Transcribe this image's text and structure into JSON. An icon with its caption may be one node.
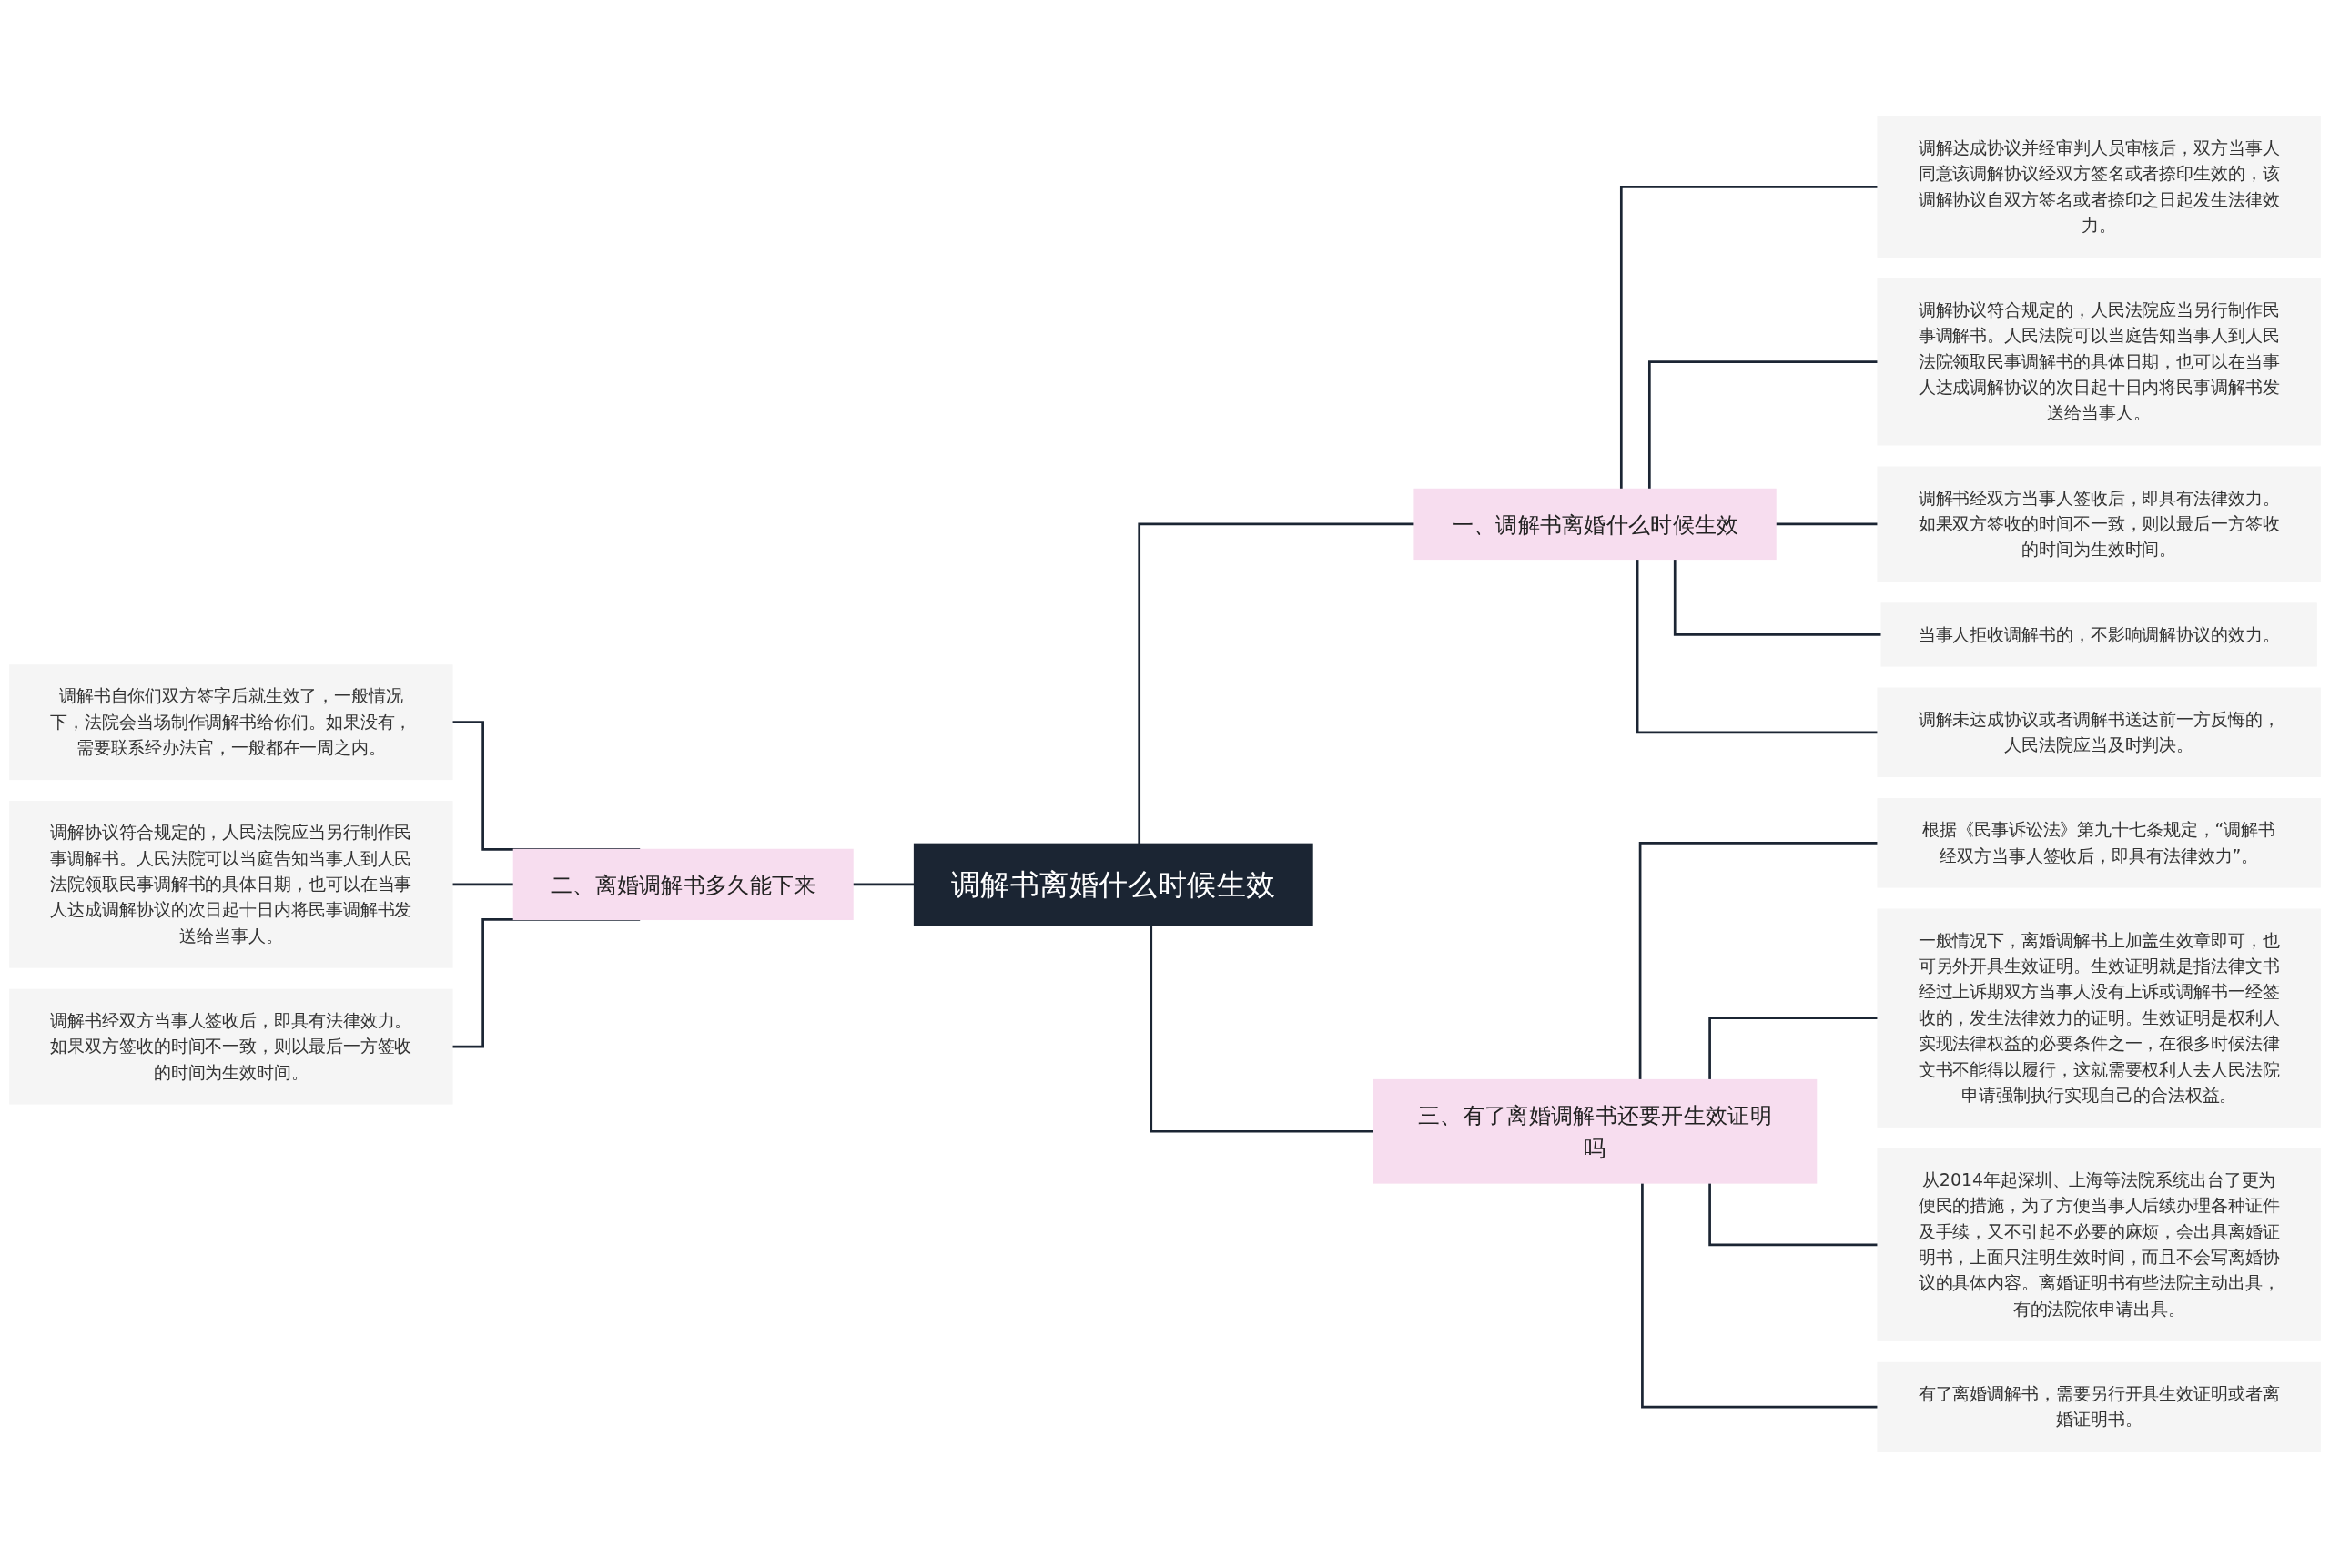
{
  "diagram": {
    "nodes": [
      {
        "text": [
          "调解书离婚什么时候生效"
        ]
      },
      {
        "text": [
          "一、调解书离婚什么时候生效"
        ]
      },
      {
        "text": [
          "调解达成协议并经审判人员审核后，双方当事人同意该调解协议经双方签名或者捺印生效的，该调解协议自双方签名或者捺印之日起发生法律效力。"
        ]
      },
      {
        "text": [
          "调解协议符合规定的，人民法院应当另行制作民事调解书。人民法院可以当庭告知当事人到人民法院领取民事调解书的具体日期，也可以在当事人达成调解协议的次日起十日内将民事调解书发送给当事人。"
        ]
      },
      {
        "text": [
          "调解书经双方当事人签收后，即具有法律效力。如果双方签收的时间不一致，则以最后一方签收的时间为生效时间。"
        ]
      },
      {
        "text": [
          "当事人拒收调解书的，不影响调解协议的效力。"
        ]
      },
      {
        "text": [
          "调解未达成协议或者调解书送达前一方反悔的，人民法院应当及时判决。"
        ]
      },
      {
        "text": [
          "二、离婚调解书多久能下来"
        ]
      },
      {
        "text": [
          "调解书自你们双方签字后就生效了，一般情况下，法院会当场制作调解书给你们。如果没有，需要联系经办法官，一般都在一周之内。"
        ]
      },
      {
        "text": [
          "调解协议符合规定的，人民法院应当另行制作民事调解书。人民法院可以当庭告知当事人到人民法院领取民事调解书的具体日期，也可以在当事人达成调解协议的次日起十日内将民事调解书发送给当事人。"
        ]
      },
      {
        "text": [
          "调解书经双方当事人签收后，即具有法律效力。如果双方签收的时间不一致，则以最后一方签收的时间为生效时间。"
        ]
      },
      {
        "text": [
          "三、有了离婚调解书还要开生效证明吗"
        ]
      },
      {
        "text": [
          "根据《民事诉讼法》第九十七条规定，“调解书经双方当事人签收后，即具有法律效力”。"
        ]
      },
      {
        "text": [
          "一般情况下，离婚调解书上加盖生效章即可，也可另外开具生效证明。生效证明就是指法律文书经过上诉期双方当事人没有上诉或调解书一经签收的，发生法律效力的证明。生效证明是权利人实现法律权益的必要条件之一，在很多时候法律文书不能得以履行，这就需要权利人去人民法院申请强制执行实现自己的合法权益。"
        ]
      },
      {
        "text": [
          "从2014年起深圳、上海等法院系统出台了更为便民的措施，为了方便当事人后续办理各种证件及手续，又不引起不必要的麻烦，会出具离婚证明书，上面只注明生效时间，而且不会写离婚协议的具体内容。离婚证明书有些法院主动出具，有的法院依申请出具。"
        ]
      },
      {
        "text": [
          "有了离婚调解书，需要另行开具生效证明或者离婚证明书。"
        ]
      }
    ],
    "edges": [
      {
        "from": 0,
        "to": 1,
        "arrow": "none"
      },
      {
        "from": 1,
        "to": 2,
        "arrow": "none"
      },
      {
        "from": 1,
        "to": 3,
        "arrow": "none"
      },
      {
        "from": 1,
        "to": 4,
        "arrow": "none"
      },
      {
        "from": 1,
        "to": 5,
        "arrow": "none"
      },
      {
        "from": 1,
        "to": 6,
        "arrow": "none"
      },
      {
        "from": 0,
        "to": 7,
        "arrow": "none"
      },
      {
        "from": 7,
        "to": 8,
        "arrow": "none"
      },
      {
        "from": 7,
        "to": 9,
        "arrow": "none"
      },
      {
        "from": 7,
        "to": 10,
        "arrow": "none"
      },
      {
        "from": 0,
        "to": 11,
        "arrow": "none"
      },
      {
        "from": 11,
        "to": 12,
        "arrow": "none"
      },
      {
        "from": 11,
        "to": 13,
        "arrow": "none"
      },
      {
        "from": 11,
        "to": 14,
        "arrow": "none"
      },
      {
        "from": 11,
        "to": 15,
        "arrow": "none"
      }
    ]
  }
}
